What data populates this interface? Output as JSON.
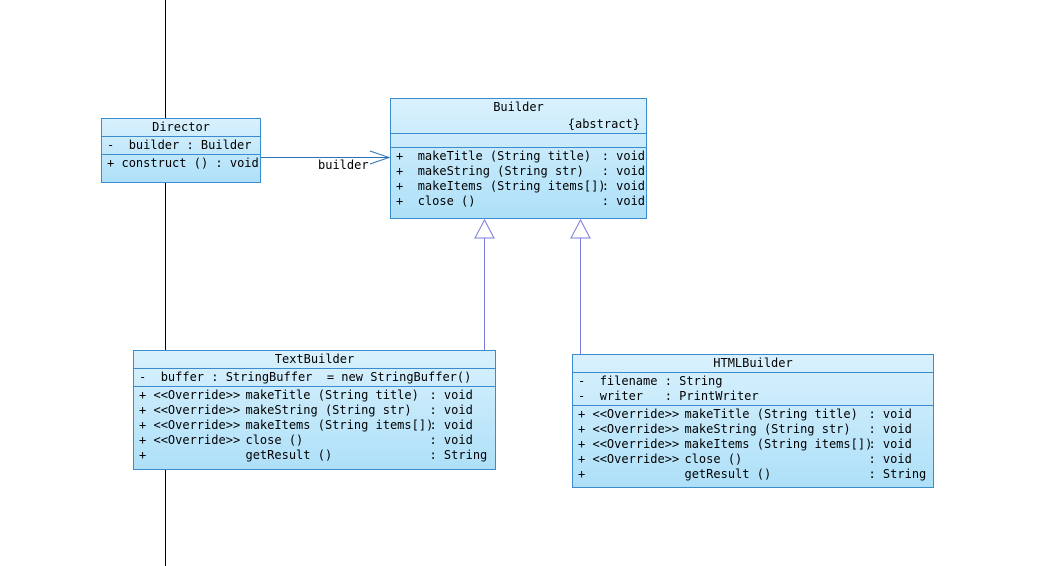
{
  "classes": {
    "director": {
      "name": "Director",
      "attributes": [
        {
          "vis": "-",
          "text": "builder : Builder"
        }
      ],
      "operations": [
        {
          "vis": "+",
          "text": "construct () : void"
        }
      ]
    },
    "builder": {
      "name": "Builder",
      "stereotype": "{abstract}",
      "attributes": [],
      "operations": [
        {
          "vis": "+",
          "sig": "makeTitle (String title)",
          "ret": ": void"
        },
        {
          "vis": "+",
          "sig": "makeString (String str)",
          "ret": ": void"
        },
        {
          "vis": "+",
          "sig": "makeItems (String items[])",
          "ret": ": void"
        },
        {
          "vis": "+",
          "sig": "close ()",
          "ret": ": void"
        }
      ]
    },
    "textbuilder": {
      "name": "TextBuilder",
      "attributes": [
        {
          "vis": "-",
          "text": "buffer : StringBuffer  = new StringBuffer()"
        }
      ],
      "operations": [
        {
          "vis": "+",
          "stereo": "<<Override>>",
          "sig": "makeTitle (String title)",
          "ret": ": void"
        },
        {
          "vis": "+",
          "stereo": "<<Override>>",
          "sig": "makeString (String str)",
          "ret": ": void"
        },
        {
          "vis": "+",
          "stereo": "<<Override>>",
          "sig": "makeItems (String items[])",
          "ret": ": void"
        },
        {
          "vis": "+",
          "stereo": "<<Override>>",
          "sig": "close ()",
          "ret": ": void"
        },
        {
          "vis": "+",
          "stereo": "",
          "sig": "getResult ()",
          "ret": ": String"
        }
      ]
    },
    "htmlbuilder": {
      "name": "HTMLBuilder",
      "attributes": [
        {
          "vis": "-",
          "text": "filename : String"
        },
        {
          "vis": "-",
          "text": "writer   : PrintWriter"
        }
      ],
      "operations": [
        {
          "vis": "+",
          "stereo": "<<Override>>",
          "sig": "makeTitle (String title)",
          "ret": ": void"
        },
        {
          "vis": "+",
          "stereo": "<<Override>>",
          "sig": "makeString (String str)",
          "ret": ": void"
        },
        {
          "vis": "+",
          "stereo": "<<Override>>",
          "sig": "makeItems (String items[])",
          "ret": ": void"
        },
        {
          "vis": "+",
          "stereo": "<<Override>>",
          "sig": "close ()",
          "ret": ": void"
        },
        {
          "vis": "+",
          "stereo": "",
          "sig": "getResult ()",
          "ret": ": String"
        }
      ]
    }
  },
  "association": {
    "role": "builder"
  },
  "colors": {
    "class_border": "#3a8ccf",
    "class_fill_top": "#d9f1fd",
    "class_fill_bottom": "#aee0f8",
    "generalization": "#7b7bdc",
    "association": "#2f6fb5",
    "lifeline": "#000000"
  }
}
